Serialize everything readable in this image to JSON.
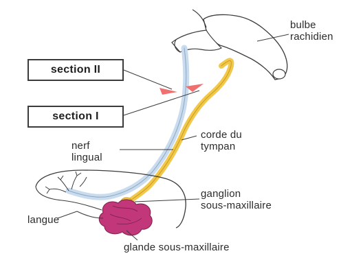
{
  "labels": {
    "bulbe_line1": "bulbe",
    "bulbe_line2": "rachidien",
    "section2": "section II",
    "section1": "section I",
    "corde_line1": "corde du",
    "corde_line2": "tympan",
    "nerf_line1": "nerf",
    "nerf_line2": "lingual",
    "ganglion_line1": "ganglion",
    "ganglion_line2": "sous-maxillaire",
    "langue": "langue",
    "glande": "glande sous-maxillaire"
  },
  "colors": {
    "nerve_lingual": "#c9dcef",
    "corde_tympan": "#f2c84b",
    "gland": "#c2377a",
    "section_mark": "#f06f6f",
    "outline": "#3b3b3b"
  }
}
